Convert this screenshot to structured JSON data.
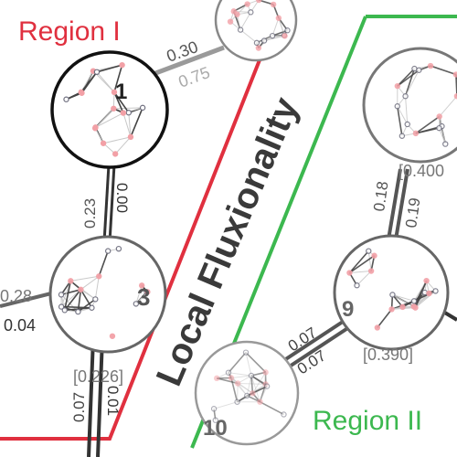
{
  "labels": {
    "region1": "Region I",
    "region2": "Region II",
    "center": "Local Fluxionality"
  },
  "nodes": [
    {
      "id": "n1",
      "label": "1"
    },
    {
      "id": "n3",
      "label": "3"
    },
    {
      "id": "n9",
      "label": "9"
    },
    {
      "id": "n10",
      "label": "10"
    },
    {
      "id": "top",
      "label": ""
    },
    {
      "id": "right",
      "label": ""
    }
  ],
  "edge_values": {
    "top_a": "0.30",
    "top_b": "0.75",
    "n1_n3_a": "0.23",
    "n1_n3_b": "0.00",
    "n3_left_a": "0.28",
    "n3_left_b": "0.04",
    "n3_down_a": "0.07",
    "n3_down_b": "0.01",
    "right_n9_a": "0.18",
    "right_n9_b": "0.19",
    "n9_n10_a": "0.07",
    "n9_n10_b": "0.07"
  },
  "brackets": {
    "n3": "[0.226]",
    "n9": "[0.390]",
    "right": "[0.400"
  },
  "colors": {
    "region1": "#e0303f",
    "region2": "#3cb84f",
    "edge_dark": "#333333",
    "edge_light": "#9a9a9a",
    "node_pink": "#f2a0a6",
    "node_gray": "#707080"
  }
}
